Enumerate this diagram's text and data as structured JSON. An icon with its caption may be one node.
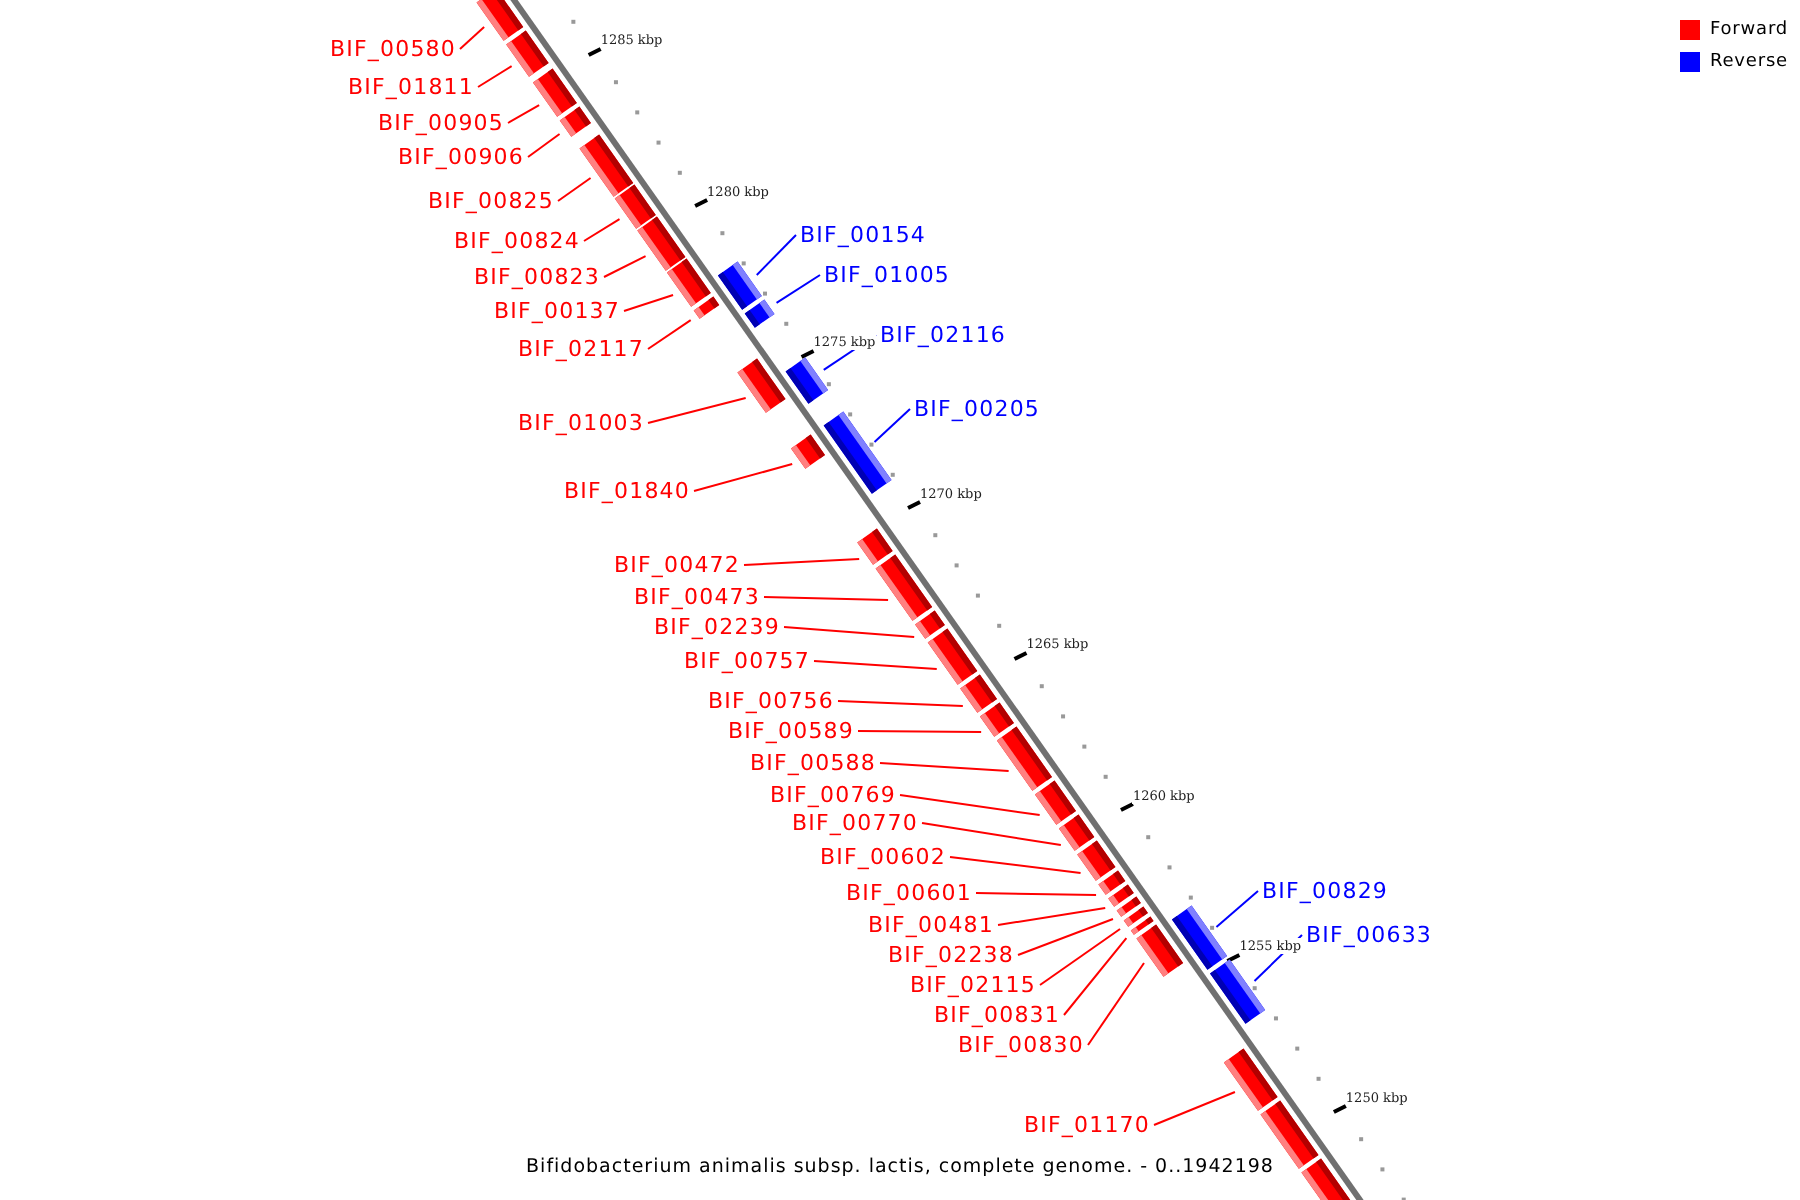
{
  "diagram": {
    "caption": "Bifidobacterium animalis subsp. lactis, complete genome. - 0..1942198",
    "nodes": [
      {
        "text": [
          "BIF_00580"
        ]
      },
      {
        "text": [
          "BIF_01811"
        ]
      },
      {
        "text": [
          "BIF_00905"
        ]
      },
      {
        "text": [
          "BIF_00906"
        ]
      },
      {
        "text": [
          "BIF_00825"
        ]
      },
      {
        "text": [
          "BIF_00154"
        ]
      },
      {
        "text": [
          "BIF_00824"
        ]
      },
      {
        "text": [
          "BIF_01005"
        ]
      },
      {
        "text": [
          "BIF_00823"
        ]
      },
      {
        "text": [
          "BIF_00137"
        ]
      },
      {
        "text": [
          "BIF_02116"
        ]
      },
      {
        "text": [
          "BIF_02117"
        ]
      },
      {
        "text": [
          "BIF_00205"
        ]
      },
      {
        "text": [
          "BIF_01003"
        ]
      },
      {
        "text": [
          "BIF_01840"
        ]
      },
      {
        "text": [
          "BIF_00472"
        ]
      },
      {
        "text": [
          "BIF_00473"
        ]
      },
      {
        "text": [
          "BIF_02239"
        ]
      },
      {
        "text": [
          "BIF_00757"
        ]
      },
      {
        "text": [
          "BIF_00756"
        ]
      },
      {
        "text": [
          "BIF_00589"
        ]
      },
      {
        "text": [
          "BIF_00588"
        ]
      },
      {
        "text": [
          "BIF_00769"
        ]
      },
      {
        "text": [
          "BIF_00770"
        ]
      },
      {
        "text": [
          "BIF_00602"
        ]
      },
      {
        "text": [
          "BIF_00829"
        ]
      },
      {
        "text": [
          "BIF_00601"
        ]
      },
      {
        "text": [
          "BIF_00481"
        ]
      },
      {
        "text": [
          "BIF_00633"
        ]
      },
      {
        "text": [
          "BIF_02238"
        ]
      },
      {
        "text": [
          "BIF_02115"
        ]
      },
      {
        "text": [
          "BIF_00831"
        ]
      },
      {
        "text": [
          "BIF_00830"
        ]
      },
      {
        "text": [
          "BIF_01170"
        ]
      },
      {
        "text": [],
        "shape": "box"
      },
      {
        "text": [],
        "shape": "box"
      },
      {
        "text": [],
        "shape": "box"
      },
      {
        "text": [],
        "shape": "box"
      },
      {
        "text": [],
        "shape": "box"
      },
      {
        "text": [],
        "shape": "box"
      },
      {
        "text": [],
        "shape": "box"
      },
      {
        "text": [],
        "shape": "box"
      },
      {
        "text": [],
        "shape": "box"
      },
      {
        "text": [],
        "shape": "box"
      },
      {
        "text": [],
        "shape": "box"
      },
      {
        "text": [],
        "shape": "box"
      },
      {
        "text": [],
        "shape": "box"
      },
      {
        "text": [],
        "shape": "box"
      },
      {
        "text": [],
        "shape": "box"
      },
      {
        "text": [],
        "shape": "box"
      },
      {
        "text": [],
        "shape": "box"
      },
      {
        "text": [],
        "shape": "box"
      },
      {
        "text": [],
        "shape": "box"
      },
      {
        "text": [],
        "shape": "box"
      },
      {
        "text": [],
        "shape": "box"
      },
      {
        "text": [],
        "shape": "box"
      },
      {
        "text": [],
        "shape": "box"
      },
      {
        "text": [],
        "shape": "box"
      },
      {
        "text": [],
        "shape": "box"
      },
      {
        "text": [],
        "shape": "box"
      },
      {
        "text": [],
        "shape": "box"
      },
      {
        "text": [],
        "shape": "box"
      },
      {
        "text": [],
        "shape": "box"
      },
      {
        "text": [],
        "shape": "box"
      },
      {
        "text": [],
        "shape": "box"
      },
      {
        "text": [],
        "shape": "box"
      },
      {
        "text": [],
        "shape": "box"
      },
      {
        "text": [],
        "shape": "box"
      },
      {
        "text": [],
        "shape": "box"
      },
      {
        "text": [],
        "shape": "box"
      }
    ],
    "edges": [
      {
        "from": 0,
        "to": 34,
        "arrow": "none"
      },
      {
        "from": 1,
        "to": 35,
        "arrow": "none"
      },
      {
        "from": 2,
        "to": 36,
        "arrow": "none"
      },
      {
        "from": 3,
        "to": 37,
        "arrow": "none"
      },
      {
        "from": 4,
        "to": 38,
        "arrow": "none"
      },
      {
        "from": 5,
        "to": 42,
        "arrow": "none",
        "color": "#0000ff"
      },
      {
        "from": 6,
        "to": 39,
        "arrow": "none"
      },
      {
        "from": 7,
        "to": 44,
        "arrow": "none",
        "color": "#0000ff"
      },
      {
        "from": 8,
        "to": 40,
        "arrow": "none"
      },
      {
        "from": 9,
        "to": 41,
        "arrow": "none"
      },
      {
        "from": 10,
        "to": 46,
        "arrow": "none",
        "color": "#0000ff"
      },
      {
        "from": 11,
        "to": 43,
        "arrow": "none"
      },
      {
        "from": 12,
        "to": 48,
        "arrow": "none",
        "color": "#0000ff"
      },
      {
        "from": 13,
        "to": 45,
        "arrow": "none"
      },
      {
        "from": 14,
        "to": 47,
        "arrow": "none"
      },
      {
        "from": 15,
        "to": 49,
        "arrow": "none"
      },
      {
        "from": 16,
        "to": 50,
        "arrow": "none"
      },
      {
        "from": 17,
        "to": 51,
        "arrow": "none"
      },
      {
        "from": 18,
        "to": 52,
        "arrow": "none"
      },
      {
        "from": 19,
        "to": 53,
        "arrow": "none"
      },
      {
        "from": 20,
        "to": 54,
        "arrow": "none"
      },
      {
        "from": 21,
        "to": 55,
        "arrow": "none"
      },
      {
        "from": 22,
        "to": 56,
        "arrow": "none"
      },
      {
        "from": 23,
        "to": 57,
        "arrow": "none"
      },
      {
        "from": 24,
        "to": 58,
        "arrow": "none"
      },
      {
        "from": 25,
        "to": 65,
        "arrow": "none",
        "color": "#0000ff"
      },
      {
        "from": 26,
        "to": 59,
        "arrow": "none"
      },
      {
        "from": 27,
        "to": 60,
        "arrow": "none"
      },
      {
        "from": 28,
        "to": 66,
        "arrow": "none",
        "color": "#0000ff"
      },
      {
        "from": 29,
        "to": 61,
        "arrow": "none"
      },
      {
        "from": 30,
        "to": 62,
        "arrow": "none"
      },
      {
        "from": 31,
        "to": 63,
        "arrow": "none"
      },
      {
        "from": 32,
        "to": 64,
        "arrow": "none"
      },
      {
        "from": 33,
        "to": 67,
        "arrow": "none"
      }
    ],
    "labels": [
      "1285 kbp",
      "1280 kbp",
      "1275 kbp",
      "1270 kbp",
      "1265 kbp",
      "1260 kbp",
      "1255 kbp",
      "1250 kbp"
    ],
    "legend": [
      {
        "text": "Forward",
        "color": "#ff0000"
      },
      {
        "text": "Reverse",
        "color": "#0000ff"
      }
    ]
  }
}
